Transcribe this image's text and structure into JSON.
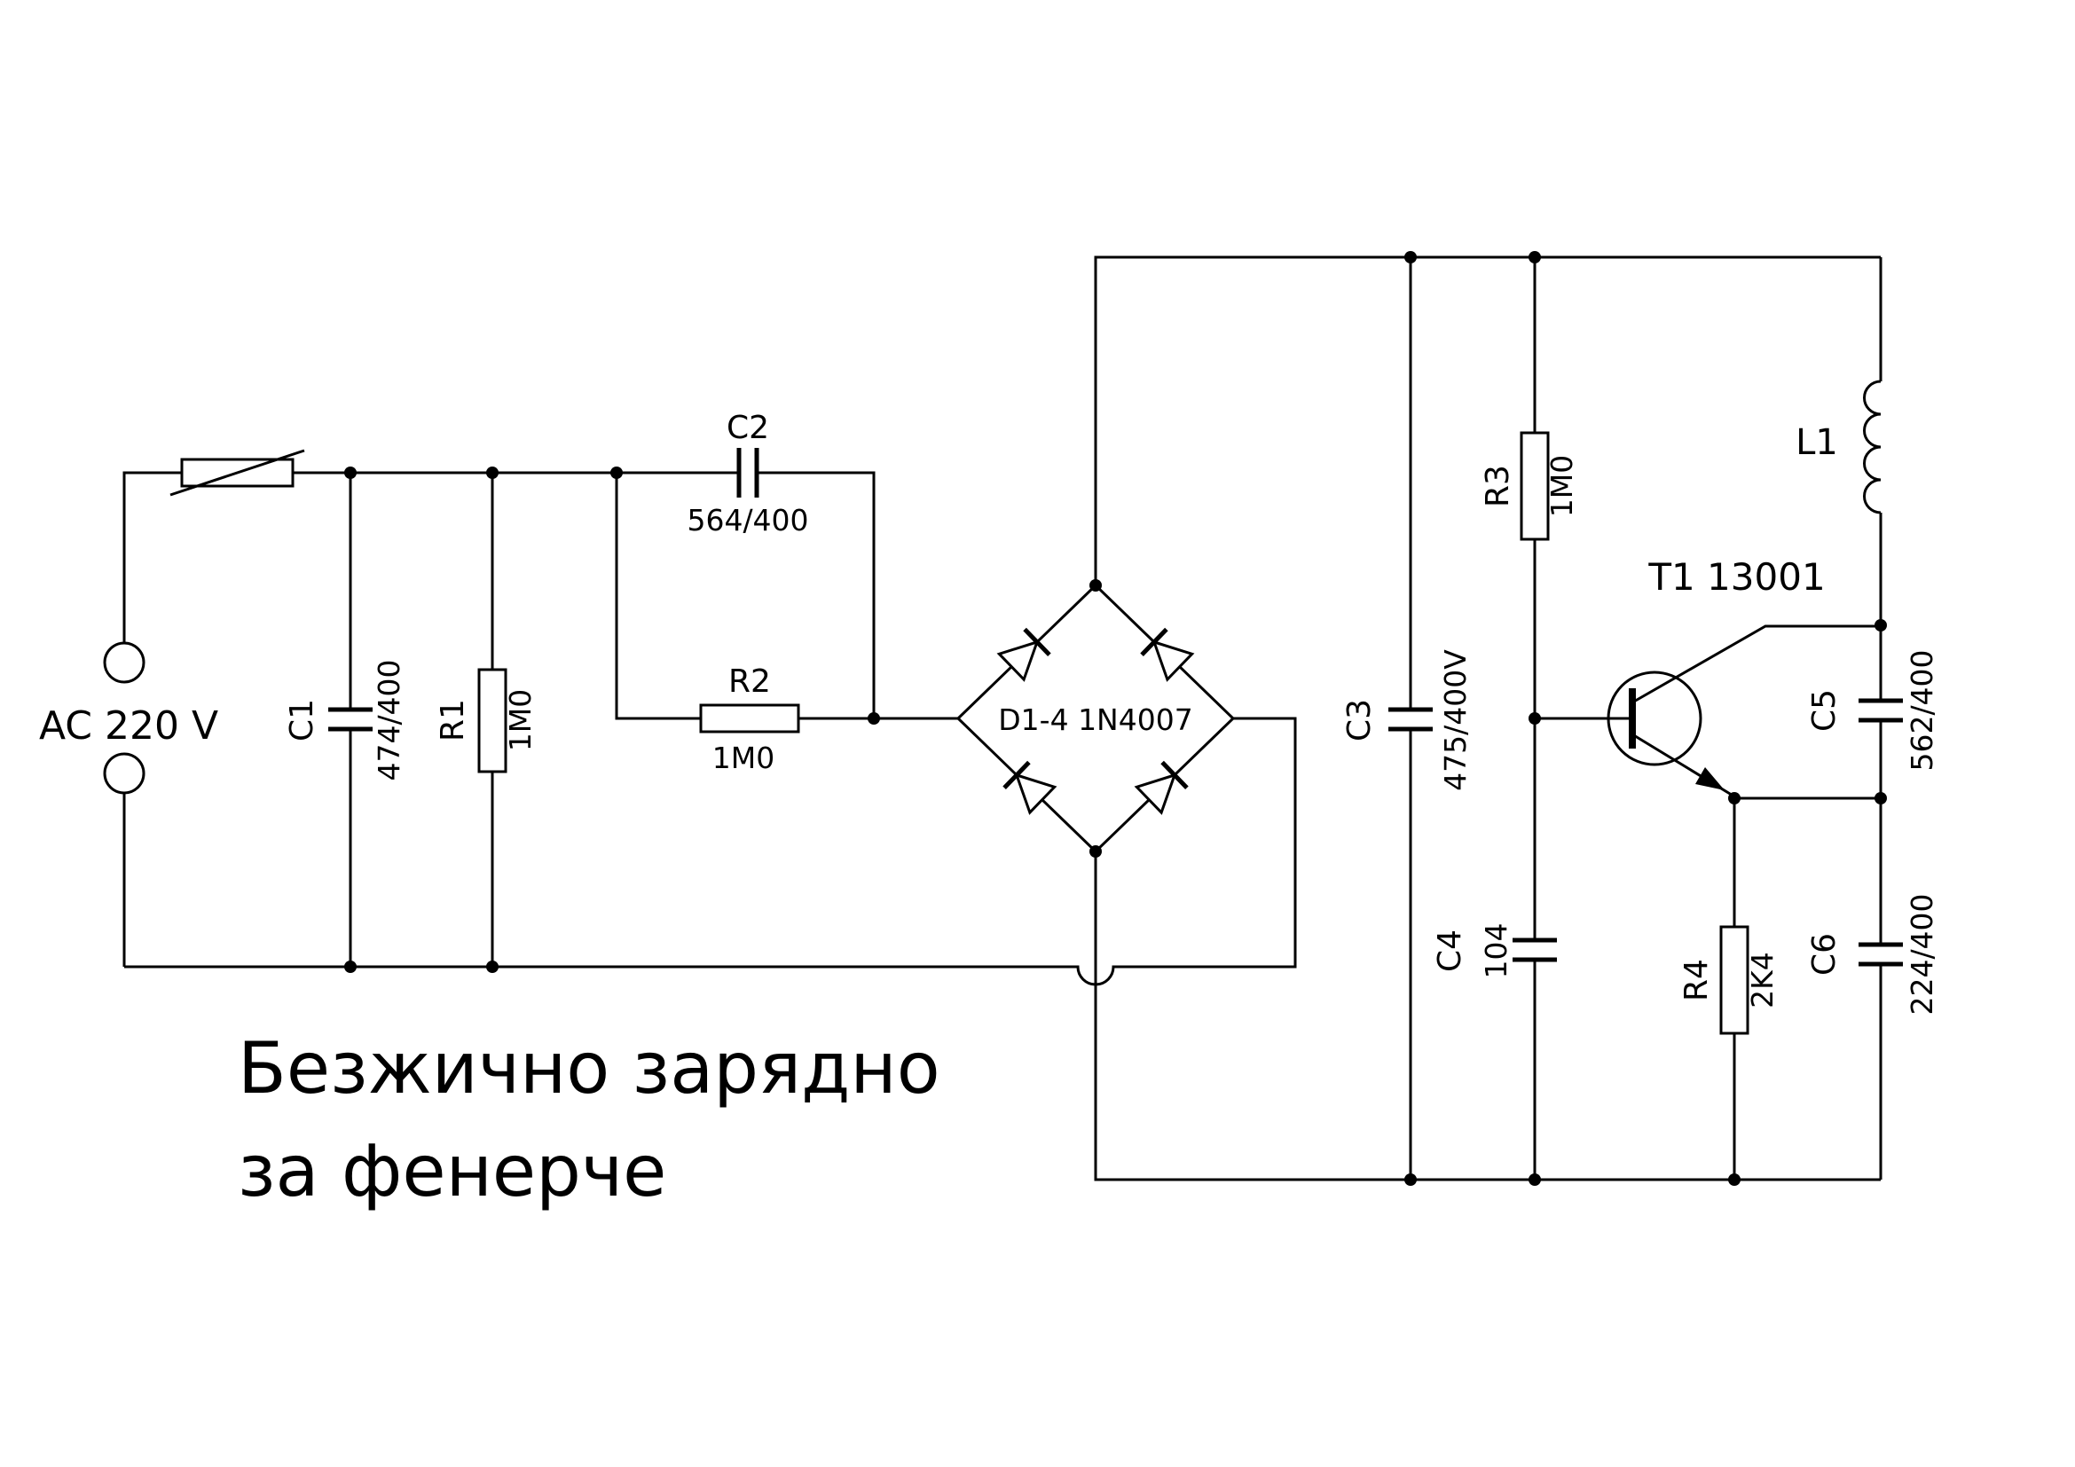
{
  "caption": {
    "line1": "Безжично зарядно",
    "line2": "за фенерче",
    "color": "#00DE00"
  },
  "source": {
    "label": "AC 220 V"
  },
  "components": {
    "c1": {
      "ref": "C1",
      "value": "474/400"
    },
    "r1": {
      "ref": "R1",
      "value": "1M0"
    },
    "c2": {
      "ref": "C2",
      "value": "564/400"
    },
    "r2": {
      "ref": "R2",
      "value": "1M0"
    },
    "bridge": {
      "ref": "D1-4 1N4007"
    },
    "c3": {
      "ref": "C3",
      "value": "475/400V"
    },
    "r3": {
      "ref": "R3",
      "value": "1M0"
    },
    "c4": {
      "ref": "C4",
      "value": "104"
    },
    "t1": {
      "ref": "T1 13001"
    },
    "l1": {
      "ref": "L1"
    },
    "c5": {
      "ref": "C5",
      "value": "562/400"
    },
    "r4": {
      "ref": "R4",
      "value": "2K4"
    },
    "c6": {
      "ref": "C6",
      "value": "224/400"
    }
  }
}
